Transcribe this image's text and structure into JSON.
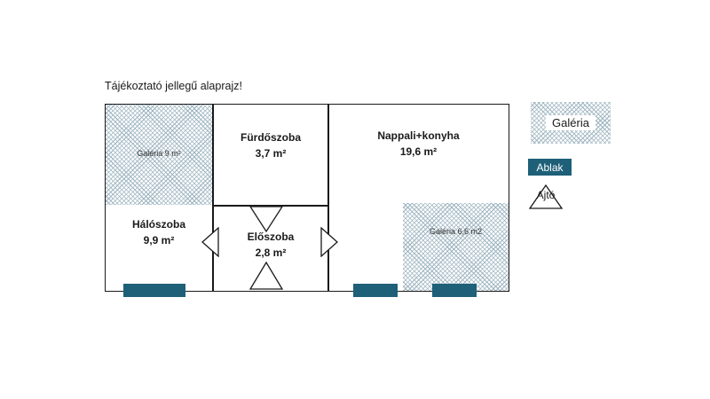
{
  "title": "Tájékoztató jellegű alaprajz!",
  "rooms": {
    "galeria9": {
      "label": "Galéria 9 m²"
    },
    "haloszoba": {
      "name": "Hálószoba",
      "area": "9,9 m²"
    },
    "furdoszoba": {
      "name": "Fürdőszoba",
      "area": "3,7 m²"
    },
    "eloszoba": {
      "name": "Előszoba",
      "area": "2,8 m²"
    },
    "nappali": {
      "name": "Nappali+konyha",
      "area": "19,6 m²"
    },
    "galeria66": {
      "label": "Galéria 6,6 m2"
    }
  },
  "legend": {
    "galeria": "Galéria",
    "ablak": "Ablak",
    "ajto": "Ajtó"
  },
  "colors": {
    "window": "#1e6078",
    "wall": "#1a1a1a",
    "hatch_line": "#9db4c0"
  }
}
